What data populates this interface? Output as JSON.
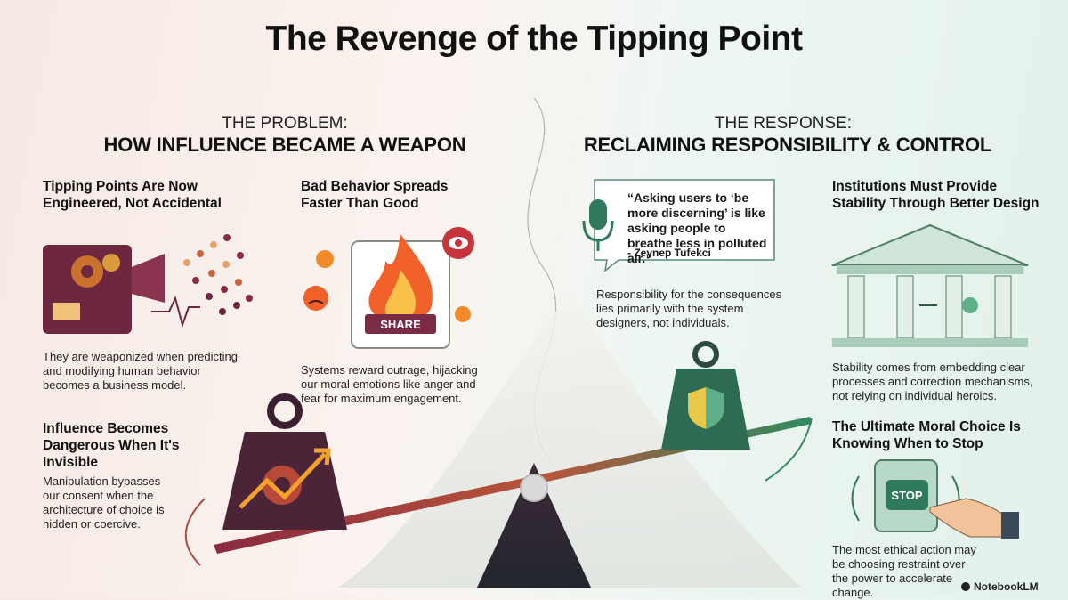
{
  "title": "The Revenge of the Tipping Point",
  "problem": {
    "pre": "THE PROBLEM:",
    "main": "HOW INFLUENCE BECAME A WEAPON",
    "items": [
      {
        "heading": "Tipping Points Are Now Engineered, Not Accidental",
        "body": "They are weaponized when predicting and modifying human behavior becomes a business model."
      },
      {
        "heading": "Bad Behavior Spreads Faster Than Good",
        "body": "Systems reward outrage, hijacking our moral emotions like anger and fear for maximum engagement.",
        "button": "SHARE"
      },
      {
        "heading": "Influence Becomes Dangerous When It's Invisible",
        "body": "Manipulation bypasses our consent when the architecture of choice is hidden or coercive."
      }
    ]
  },
  "response": {
    "pre": "THE RESPONSE:",
    "main": "RECLAIMING RESPONSIBILITY & CONTROL",
    "quote": {
      "text": "“Asking users to ‘be more discerning’ is like asking people to breathe less in polluted air.”",
      "author": "- Zeynep Tufekci"
    },
    "quote_body": "Responsibility for the consequences lies primarily with the system designers, not individuals.",
    "items": [
      {
        "heading": "Institutions Must Provide Stability Through Better Design",
        "body": "Stability comes from embedding clear processes and correction mechanisms, not relying on individual heroics."
      },
      {
        "heading": "The Ultimate Moral Choice Is Knowing When to Stop",
        "body": "The most ethical action may be choosing restraint over the power to accelerate change.",
        "button": "STOP"
      }
    ]
  },
  "brand": "NotebookLM",
  "icons": [
    "mountain-icon",
    "seesaw-icon",
    "heavy-weight-icon",
    "light-weight-icon",
    "machine-gears-icon",
    "crowd-icon",
    "fire-phone-icon",
    "eye-icon",
    "angry-face-icon",
    "microphone-icon",
    "institution-building-icon",
    "stop-button-icon",
    "hand-icon",
    "brand-logo-icon"
  ],
  "colors": {
    "problem_accent": "#7a2b45",
    "response_accent": "#2f7a5c",
    "fire": "#f28a2a",
    "heavy_weight": "#4b2438",
    "light_weight": "#2d6b52"
  }
}
